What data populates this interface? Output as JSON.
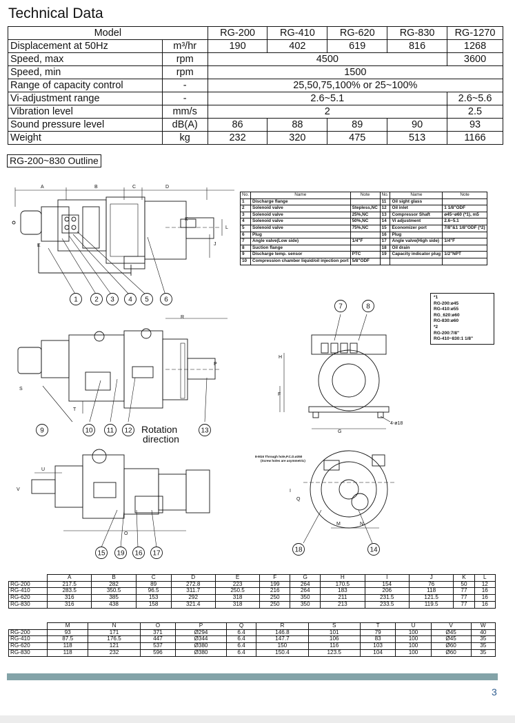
{
  "title": "Technical Data",
  "spec": {
    "header": {
      "label": "Model",
      "models": [
        "RG-200",
        "RG-410",
        "RG-620",
        "RG-830",
        "RG-1270"
      ]
    },
    "rows": [
      {
        "label": "Displacement at 50Hz",
        "unit": "m³/hr",
        "cells": [
          {
            "v": "190",
            "span": 1
          },
          {
            "v": "402",
            "span": 1
          },
          {
            "v": "619",
            "span": 1
          },
          {
            "v": "816",
            "span": 1
          },
          {
            "v": "1268",
            "span": 1
          }
        ]
      },
      {
        "label": "Speed, max",
        "unit": "rpm",
        "cells": [
          {
            "v": "4500",
            "span": 4
          },
          {
            "v": "3600",
            "span": 1
          }
        ]
      },
      {
        "label": "Speed, min",
        "unit": "rpm",
        "cells": [
          {
            "v": "1500",
            "span": 5
          }
        ]
      },
      {
        "label": "Range of capacity control",
        "unit": "-",
        "cells": [
          {
            "v": "25,50,75,100% or 25~100%",
            "span": 5
          }
        ]
      },
      {
        "label": "Vi-adjustment range",
        "unit": "-",
        "cells": [
          {
            "v": "2.6~5.1",
            "span": 4
          },
          {
            "v": "2.6~5.6",
            "span": 1
          }
        ]
      },
      {
        "label": "Vibration level",
        "unit": "mm/s",
        "cells": [
          {
            "v": "2",
            "span": 4
          },
          {
            "v": "2.5",
            "span": 1
          }
        ]
      },
      {
        "label": "Sound pressure level",
        "unit": "dB(A)",
        "cells": [
          {
            "v": "86",
            "span": 1
          },
          {
            "v": "88",
            "span": 1
          },
          {
            "v": "89",
            "span": 1
          },
          {
            "v": "90",
            "span": 1
          },
          {
            "v": "93",
            "span": 1
          }
        ]
      },
      {
        "label": "Weight",
        "unit": "kg",
        "cells": [
          {
            "v": "232",
            "span": 1
          },
          {
            "v": "320",
            "span": 1
          },
          {
            "v": "475",
            "span": 1
          },
          {
            "v": "513",
            "span": 1
          },
          {
            "v": "1166",
            "span": 1
          }
        ]
      }
    ]
  },
  "outline_title": "RG-200~830 Outline",
  "parts_table": {
    "headers": [
      "No.",
      "Name",
      "Note",
      "No.",
      "Name",
      "Note"
    ],
    "rows": [
      [
        "1",
        "Discharge flange",
        "",
        "11",
        "Oil sight glass",
        ""
      ],
      [
        "2",
        "Solenoid valve",
        "Stepless,NC",
        "12",
        "Oil inlet",
        "1 1/8\"ODF"
      ],
      [
        "3",
        "Solenoid valve",
        "25%,NC",
        "13",
        "Compressor Shaft",
        "ø45~ø60 (*1), m5"
      ],
      [
        "4",
        "Solenoid valve",
        "50%,NC",
        "14",
        "Vi adjustment",
        "2.6~5.1"
      ],
      [
        "5",
        "Solenoid valve",
        "75%,NC",
        "15",
        "Economizer port",
        "7/8\"&1 1/8\"ODF (*2)"
      ],
      [
        "6",
        "Plug",
        "",
        "16",
        "Plug",
        ""
      ],
      [
        "7",
        "Angle valve(Low side)",
        "1/4\"F",
        "17",
        "Angle valve(High side)",
        "1/4\"F"
      ],
      [
        "8",
        "Suction flange",
        "",
        "18",
        "Oil drain",
        ""
      ],
      [
        "9",
        "Discharge temp. sensor",
        "PTC",
        "19",
        "Capacity indicator plug",
        "1/2\"NPT"
      ],
      [
        "10",
        "Compression chamber liquid/oil injection port",
        "5/8\"ODF",
        "",
        "",
        ""
      ]
    ]
  },
  "notes": [
    "*1",
    "RG-200:ø45",
    "RG-410:ø55",
    "RG_620:ø60",
    "RG-830:ø60",
    "*2",
    "RG-200:7/8\"",
    "RG-410~830:1 1/8\""
  ],
  "drawing_labels": {
    "rotation": [
      "Rotation",
      "direction"
    ],
    "bolt_note": [
      "8-M16 Through hole,P.C.D.ø350",
      "(Screw holes are asymmetric)"
    ],
    "hole_note": "4-ø18",
    "dim_letters": [
      "A",
      "B",
      "C",
      "D",
      "K",
      "E",
      "J",
      "L",
      "S",
      "T",
      "R",
      "P",
      "U",
      "V",
      "O",
      "M",
      "N",
      "G",
      "F",
      "H",
      "I",
      "Q"
    ],
    "callouts": [
      "1",
      "2",
      "3",
      "4",
      "5",
      "6",
      "7",
      "8",
      "9",
      "10",
      "11",
      "12",
      "13",
      "14",
      "15",
      "16",
      "17",
      "18",
      "19"
    ]
  },
  "dims1": {
    "headers": [
      "A",
      "B",
      "C",
      "D",
      "E",
      "F",
      "G",
      "H",
      "I",
      "J",
      "K",
      "L"
    ],
    "rows": [
      {
        "model": "RG-200",
        "vals": [
          "217.5",
          "282",
          "89",
          "272.8",
          "223",
          "199",
          "264",
          "170.5",
          "154",
          "76",
          "50",
          "12"
        ]
      },
      {
        "model": "RG-410",
        "vals": [
          "283.5",
          "350.5",
          "96.5",
          "311.7",
          "250.5",
          "216",
          "264",
          "183",
          "206",
          "118",
          "77",
          "16"
        ]
      },
      {
        "model": "RG-620",
        "vals": [
          "316",
          "385",
          "153",
          "292",
          "318",
          "250",
          "350",
          "211",
          "231.5",
          "121.5",
          "77",
          "16"
        ]
      },
      {
        "model": "RG-830",
        "vals": [
          "316",
          "438",
          "158",
          "321.4",
          "318",
          "250",
          "350",
          "213",
          "233.5",
          "119.5",
          "77",
          "16"
        ]
      }
    ]
  },
  "dims2": {
    "headers": [
      "M",
      "N",
      "O",
      "P",
      "Q",
      "R",
      "S",
      "T",
      "U",
      "V",
      "W"
    ],
    "rows": [
      {
        "model": "RG-200",
        "vals": [
          "93",
          "171",
          "371",
          "Ø294",
          "6.4",
          "146.8",
          "101",
          "79",
          "100",
          "Ø45",
          "40"
        ]
      },
      {
        "model": "RG-410",
        "vals": [
          "87.5",
          "176.5",
          "447",
          "Ø344",
          "6.4",
          "147.7",
          "106",
          "83",
          "100",
          "Ø45",
          "35"
        ]
      },
      {
        "model": "RG-620",
        "vals": [
          "118",
          "121",
          "537",
          "Ø380",
          "6.4",
          "150",
          "116",
          "103",
          "100",
          "Ø60",
          "35"
        ]
      },
      {
        "model": "RG-830",
        "vals": [
          "118",
          "232",
          "596",
          "Ø380",
          "6.4",
          "150.4",
          "123.5",
          "104",
          "100",
          "Ø60",
          "35"
        ]
      }
    ]
  },
  "page_number": "3",
  "colors": {
    "footer_bar": "#83a3a8",
    "page_number": "#2d5c8f",
    "text": "#111111"
  }
}
